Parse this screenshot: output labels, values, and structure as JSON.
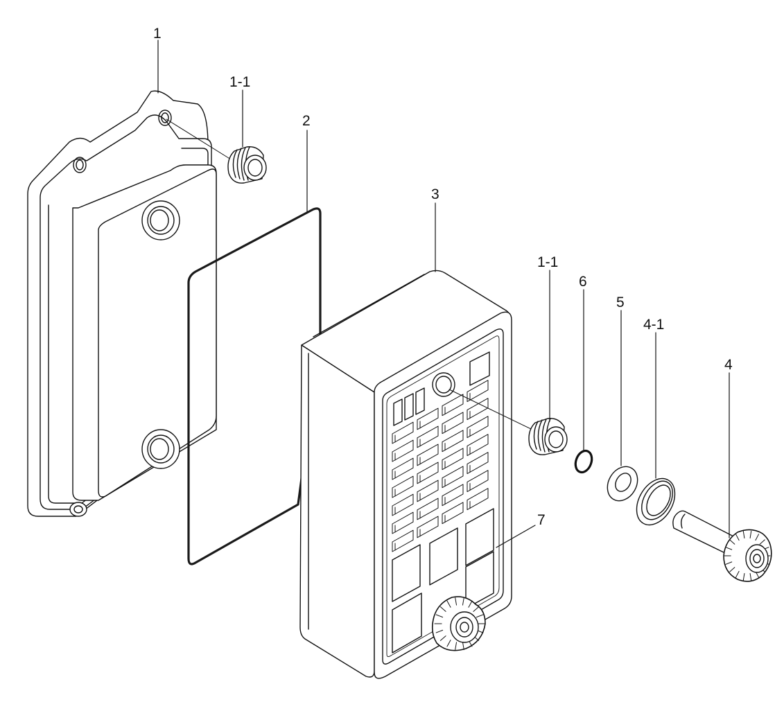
{
  "callouts": {
    "c1": "1",
    "c1_1_top": "1-1",
    "c2": "2",
    "c3": "3",
    "c1_1_right": "1-1",
    "c6": "6",
    "c5": "5",
    "c4_1": "4-1",
    "c4": "4",
    "c7": "7"
  },
  "colors": {
    "ink": "#111111",
    "paper": "#ffffff",
    "gasket": "#1a1a1a"
  }
}
